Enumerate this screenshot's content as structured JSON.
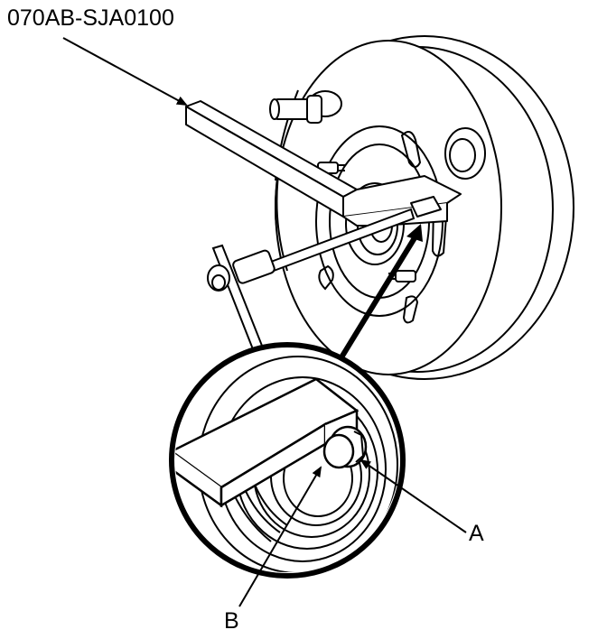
{
  "labels": {
    "tool": "070AB-SJA0100",
    "callout_a": "A",
    "callout_b": "B"
  },
  "colors": {
    "line": "#000000",
    "background": "#ffffff"
  }
}
